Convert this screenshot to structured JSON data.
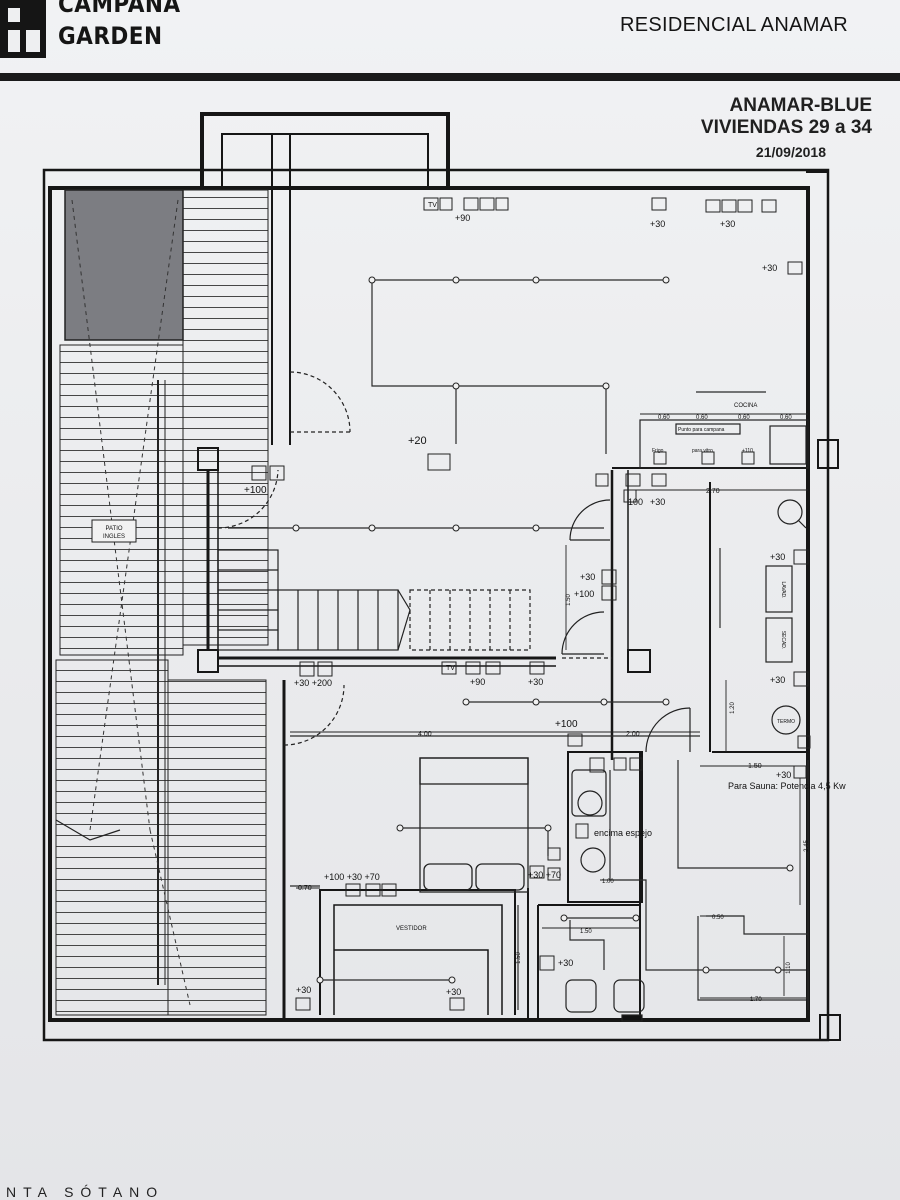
{
  "header": {
    "logo_line1": "CAMPANA",
    "logo_line2": "GARDEN",
    "project": "RESIDENCIAL ANAMAR",
    "title_block": {
      "model": "ANAMAR-BLUE",
      "units": "VIVIENDAS 29 a 34",
      "date": "21/09/2018"
    }
  },
  "footer": {
    "sheet_label": "NTA SÓTANO"
  },
  "plan": {
    "labels": {
      "tv_top": "TV",
      "h90_top": "+90",
      "h30_a": "+30",
      "h30_b": "+30",
      "h30_right": "+30",
      "h20": "+20",
      "h100_stair": "+100",
      "patio": "PATIO",
      "patio2": "INGLES",
      "cocina": "COCINA",
      "encimera": "Punto para campana",
      "d060_1": "0.60",
      "d060_2": "0.60",
      "d060_3": "0.60",
      "d060_4": "0.60",
      "frigo": "Frigo",
      "vitro": "para vitro",
      "h110": "+110",
      "h100_k": "100",
      "h30_k": "+30",
      "d270": "2.70",
      "h30_lav": "+30",
      "lavad": "LAVAD.",
      "secad": "SECAD.",
      "h30_termo": "+30",
      "termo": "TERMO",
      "h30_hall": "+30",
      "h100_hall": "+100",
      "d150_hall": "1.50",
      "h30_200": "+30 +200",
      "tv_bed": "TV",
      "h90_bed": "+90",
      "h30_bed": "+30",
      "h100_bed": "+100",
      "d400": "4.00",
      "d200": "2.00",
      "d120": "1.20",
      "d150_bath": "1.50",
      "h30_sauna": "+30",
      "sauna": "Para Sauna: Potencia 4,5 Kw",
      "encima": "encima espejo",
      "d100_bath": "1.00",
      "d245": "2.45",
      "h100_30_70": "+100 +30 +70",
      "h30_70_b": "+30 +70",
      "d070": "0.70",
      "vestidor": "VESTIDOR",
      "d150_v": "1.50",
      "h30_v1": "+30",
      "h30_v2": "+30",
      "d150_wc": "1.50",
      "h30_wc": "+30",
      "d050": "0.50",
      "d170": "1.70",
      "d110": "1.10"
    }
  },
  "colors": {
    "ink": "#151515",
    "hatch_fill": "#7a7b80",
    "paper": "#eeeff1"
  }
}
